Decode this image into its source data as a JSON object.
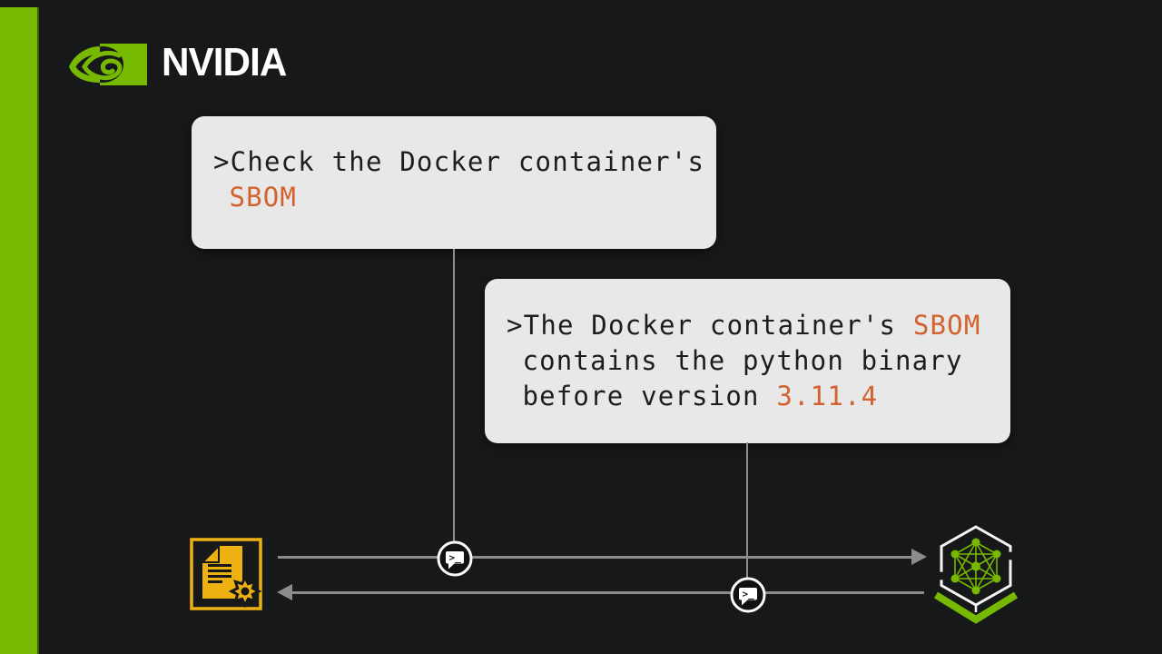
{
  "brand": {
    "wordmark": "NVIDIA"
  },
  "colors": {
    "page_background": "#17181a",
    "nvidia_green": "#76b900",
    "accent_bar_edge": "#3a6200",
    "bubble_background": "#e8e8e8",
    "bubble_text": "#1d1d1d",
    "highlight_orange": "#d2622e",
    "arrow_gray": "#8c8c8c",
    "connector_gray": "#8f8f8f",
    "document_yellow": "#edb112",
    "icon_white": "#f5f5f5"
  },
  "bubble1": {
    "prompt": ">",
    "text": "Check the Docker container's",
    "highlight": "SBOM"
  },
  "bubble2": {
    "prompt": ">",
    "text_before": "The Docker container's ",
    "highlight1": "SBOM",
    "line2": "contains the python binary",
    "line3": "before version ",
    "highlight2": "3.11.4"
  },
  "diagram": {
    "chat_prompt": ">_",
    "left_icon": "sbom-document",
    "right_icon": "ai-model-network-hexagon",
    "chat_icon": "terminal-chat-bubble",
    "forward_arrow_icon": "arrow-right",
    "return_arrow_icon": "arrow-left"
  }
}
